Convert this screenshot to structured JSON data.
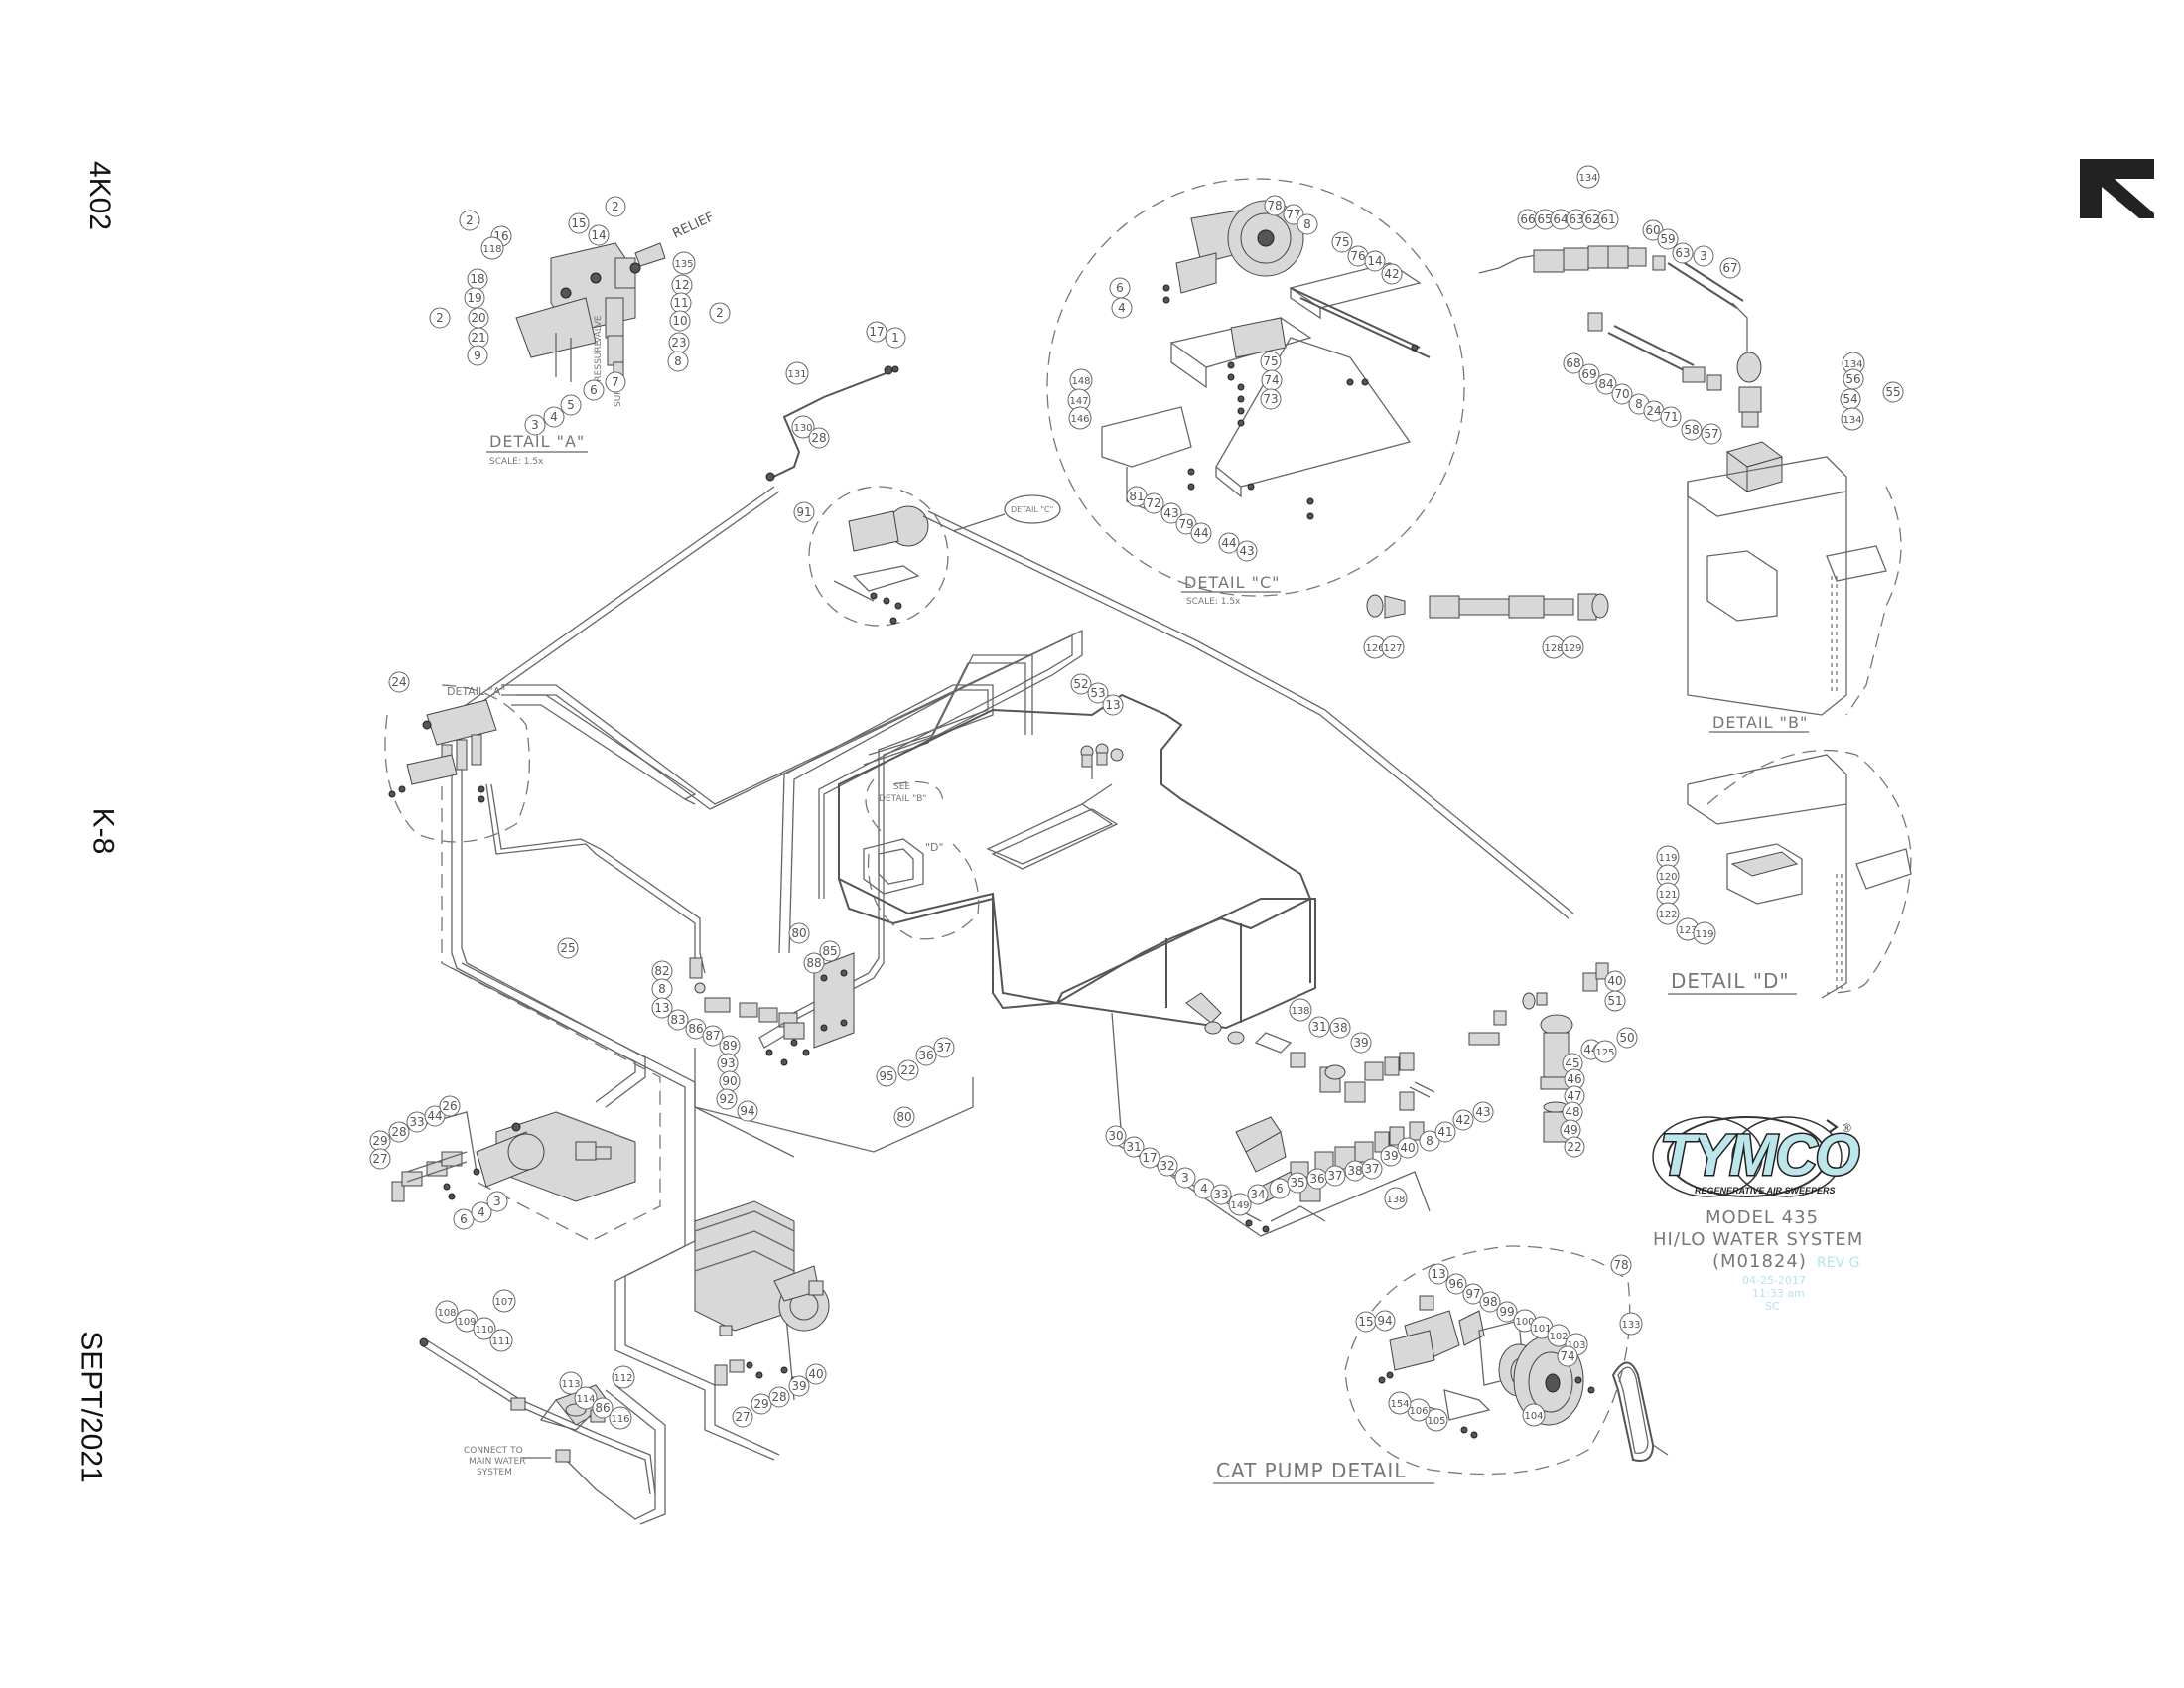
{
  "sheet": {
    "side_codes": [
      "4K02",
      "K-8",
      "SEPT/2021"
    ],
    "section_letter": "K"
  },
  "details": {
    "a": {
      "title": "DETAIL \"A\"",
      "scale": "SCALE: 1.5x",
      "callout": "DETAIL \"A\"",
      "words": [
        "RELIEF",
        "PRESSURE",
        "VALVE",
        "SUPPLY"
      ]
    },
    "b": {
      "title": "DETAIL \"B\"",
      "see": [
        "SEE",
        "DETAIL \"B\""
      ]
    },
    "c": {
      "title": "DETAIL \"C\"",
      "scale": "SCALE: 1.5x",
      "callout": "DETAIL \"C\""
    },
    "d": {
      "title": "DETAIL \"D\"",
      "callout": "\"D\""
    },
    "cat": {
      "title": "CAT PUMP DETAIL"
    },
    "connect_note": [
      "CONNECT TO",
      "MAIN WATER",
      "SYSTEM"
    ]
  },
  "titleblock": {
    "brand": "TYMCO",
    "registered": "®",
    "tagline": "REGENERATIVE AIR SWEEPERS",
    "model": "MODEL 435",
    "system": "HI/LO WATER SYSTEM",
    "drawing_no": "(M01824)",
    "rev": "REV G",
    "date": "04-25-2017",
    "time": "11:33 am",
    "initials": "SC"
  },
  "callouts": {
    "detail_a": [
      "2",
      "16",
      "118",
      "15",
      "2",
      "14",
      "RELIEF",
      "135",
      "18",
      "19",
      "12",
      "20",
      "11",
      "2",
      "2",
      "21",
      "10",
      "9",
      "23",
      "8",
      "7",
      "6",
      "5",
      "4",
      "3"
    ],
    "top_mid": [
      "17",
      "1",
      "131",
      "130",
      "28",
      "91"
    ],
    "detail_c": [
      "78",
      "77",
      "8",
      "6",
      "4",
      "75",
      "76",
      "14",
      "42",
      "148",
      "147",
      "146",
      "75",
      "74",
      "73",
      "81",
      "72",
      "43",
      "79",
      "44",
      "44",
      "43"
    ],
    "detail_b": [
      "134",
      "66",
      "65",
      "64",
      "63",
      "62",
      "61",
      "60",
      "59",
      "63",
      "3",
      "67",
      "68",
      "69",
      "84",
      "70",
      "8",
      "24",
      "71",
      "58",
      "57",
      "134",
      "56",
      "55",
      "54",
      "134"
    ],
    "hose_parts": [
      "126",
      "127",
      "128",
      "129"
    ],
    "left_mid": [
      "24",
      "25"
    ],
    "valve_group": [
      "82",
      "8",
      "13",
      "83",
      "86",
      "87",
      "89",
      "93",
      "90",
      "92",
      "94",
      "80",
      "88",
      "85",
      "95",
      "22",
      "36",
      "37",
      "80"
    ],
    "tank_front": [
      "52",
      "53",
      "13"
    ],
    "detail_d": [
      "119",
      "120",
      "121",
      "122",
      "123",
      "119"
    ],
    "pump_area": [
      "138",
      "31",
      "38",
      "39",
      "30",
      "31",
      "17",
      "32",
      "3",
      "4",
      "33",
      "149",
      "34",
      "6",
      "35",
      "36",
      "37",
      "38",
      "37",
      "39",
      "40",
      "8",
      "41",
      "42",
      "43",
      "44",
      "45",
      "46",
      "47",
      "48",
      "49",
      "22",
      "125",
      "50",
      "51",
      "40",
      "138"
    ],
    "left_pump": [
      "29",
      "28",
      "33",
      "44",
      "26",
      "27",
      "6",
      "4",
      "3"
    ],
    "lower_mid": [
      "27",
      "29",
      "28",
      "39",
      "40"
    ],
    "lower_left": [
      "108",
      "109",
      "110",
      "107",
      "111",
      "113",
      "112",
      "114",
      "86",
      "116"
    ],
    "cat_pump": [
      "78",
      "13",
      "96",
      "97",
      "98",
      "99",
      "100",
      "15",
      "94",
      "101",
      "102",
      "103",
      "74",
      "104",
      "105",
      "106",
      "154",
      "133"
    ]
  }
}
